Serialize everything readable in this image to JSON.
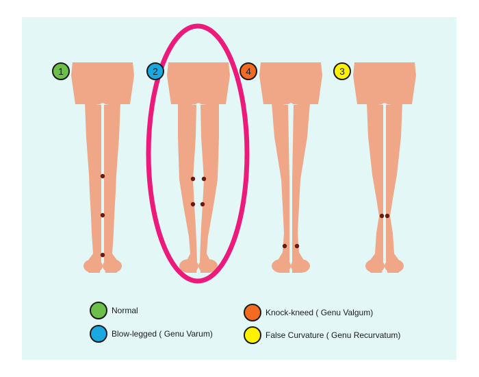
{
  "figures": [
    {
      "badge": "1",
      "badge_color": "#6cc04a",
      "shape": "normal"
    },
    {
      "badge": "2",
      "badge_color": "#19a8e0",
      "shape": "bow",
      "highlighted": true
    },
    {
      "badge": "4",
      "badge_color": "#f36b21",
      "shape": "knock"
    },
    {
      "badge": "3",
      "badge_color": "#fff200",
      "shape": "recurvatum"
    }
  ],
  "legend": [
    {
      "label": "Normal",
      "color": "#6cc04a"
    },
    {
      "label": "Blow-legged ( Genu Varum)",
      "color": "#19a8e0"
    },
    {
      "label": "Knock-kneed ( Genu Valgum)",
      "color": "#f36b21"
    },
    {
      "label": "False Curvature ( Genu Recurvatum)",
      "color": "#fff200"
    }
  ],
  "colors": {
    "background": "#e3f7f7",
    "skin": "#efa788",
    "joint_dot": "#6b1a10",
    "highlight_ellipse": "#ec1a7a"
  }
}
